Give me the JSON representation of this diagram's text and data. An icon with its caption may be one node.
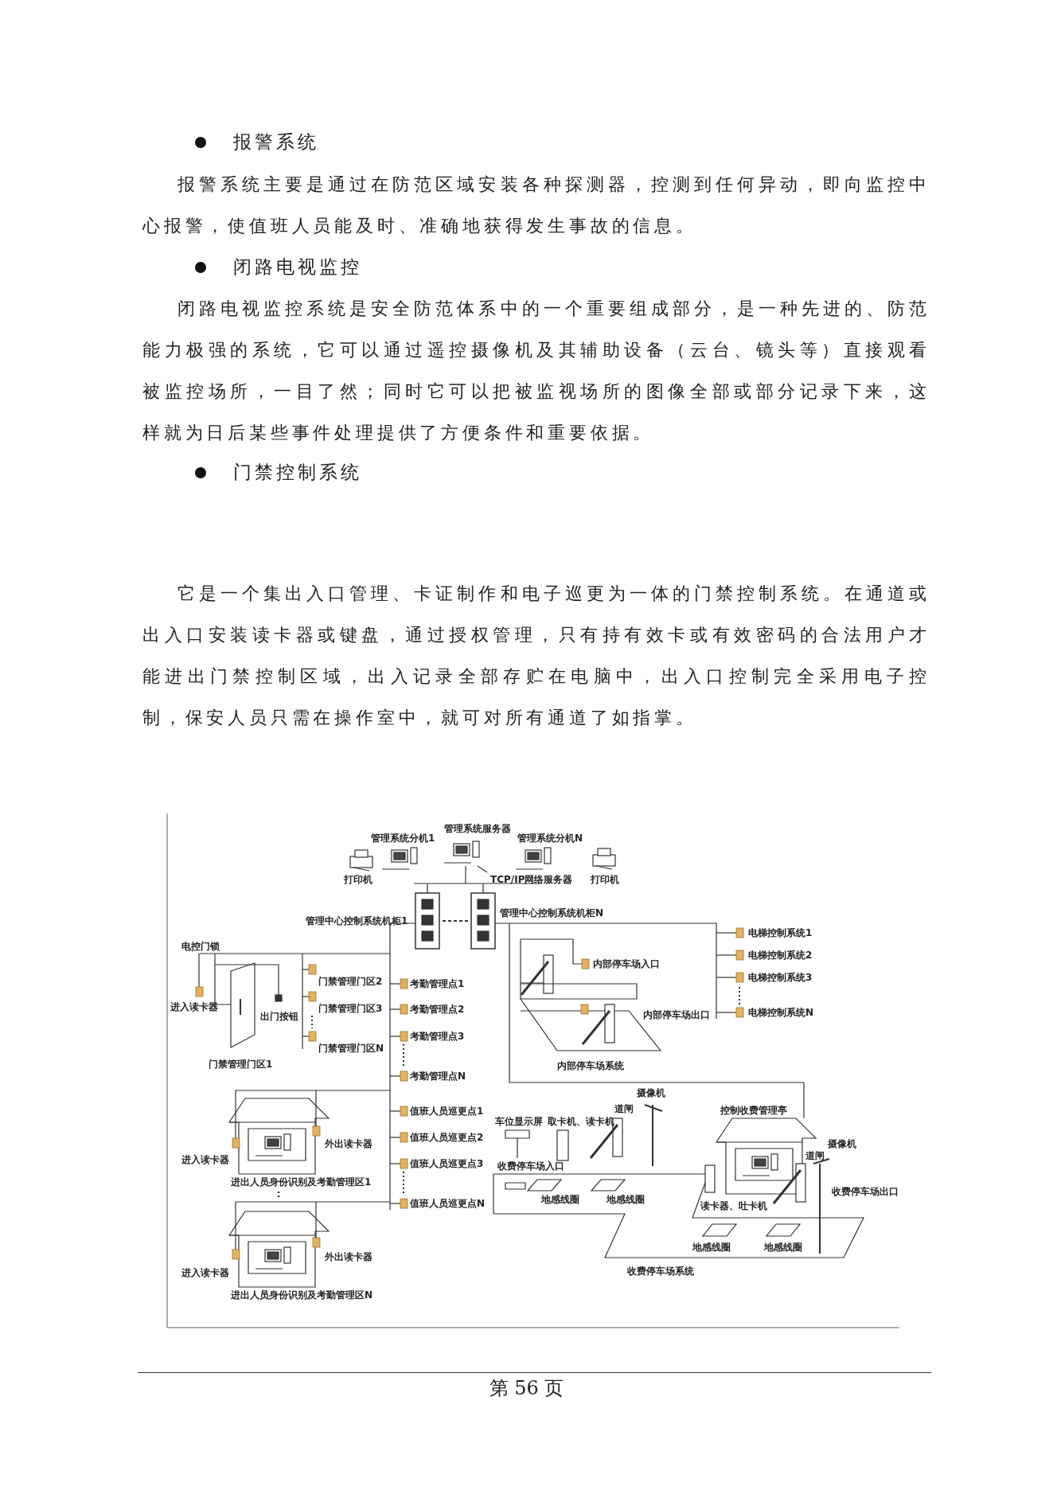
{
  "diagram": {
    "labels": [
      "报警系统",
      "报警系统主要是通过在防范区域安装各种探测器，控测到任何异动，即向监控中心报警，使值班人员能及时、准确地获得发生事故的信息。",
      "闭路电视监控",
      "闭路电视监控系统是安全防范体系中的一个重要组成部分，是一种先进的、防范能力极强的系统，它可以通过遥控摄像机及其辅助设备（云台、镜头等）直接观看被监控场所，一目了然；同时它可以把被监视场所的图像全部或部分记录下来，这样就为日后某些事件处理提供了方便条件和重要依据。",
      "门禁控制系统",
      "它是一个集出入口管理、卡证制作和电子巡更为一体的门禁控制系统。在通道或出入口安装读卡器或键盘，通过授权管理，只有持有效卡或有效密码的合法用户才能进出门禁控制区域，出入记录全部存贮在电脑中，出入口控制完全采用电子控制，保安人员只需在操作室中，就可对所有通道了如指掌。",
      "管理系统分机1",
      "管理系统服务器",
      "管理系统分机N",
      "打印机",
      "TCP/IP网络服务器",
      "打印机",
      "管理中心控制系统机柜1",
      "管理中心控制系统机柜N",
      "电控门锁",
      "进入读卡器",
      "出门按钮",
      "门禁管理门区1",
      "门禁管理门区2",
      "门禁管理门区3",
      "门禁管理门区N",
      "考勤管理点1",
      "考勤管理点2",
      "考勤管理点3",
      "考勤管理点N",
      "电梯控制系统1",
      "电梯控制系统2",
      "电梯控制系统3",
      "电梯控制系统N",
      "内部停车场入口",
      "内部停车场出口",
      "内部停车场系统",
      "摄像机",
      "值班人员巡更点1",
      "值班人员巡更点2",
      "值班人员巡更点3",
      "值班人员巡更点N",
      "车位显示屏",
      "取卡机、读卡机",
      "道闸",
      "控制收费管理亭",
      "外出读卡器",
      "进入读卡器",
      "进出人员身份识别及考勤管理区1",
      "收费停车场入口",
      "地感线圈",
      "地感线圈",
      "道闸",
      "摄像机",
      "收费停车场出口",
      "读卡器、吐卡机",
      "地感线圈",
      "地感线圈",
      "收费停车场系统",
      "外出读卡器",
      "进入读卡器",
      "进出人员身份识别及考勤管理区N",
      "第 56 页"
    ]
  }
}
